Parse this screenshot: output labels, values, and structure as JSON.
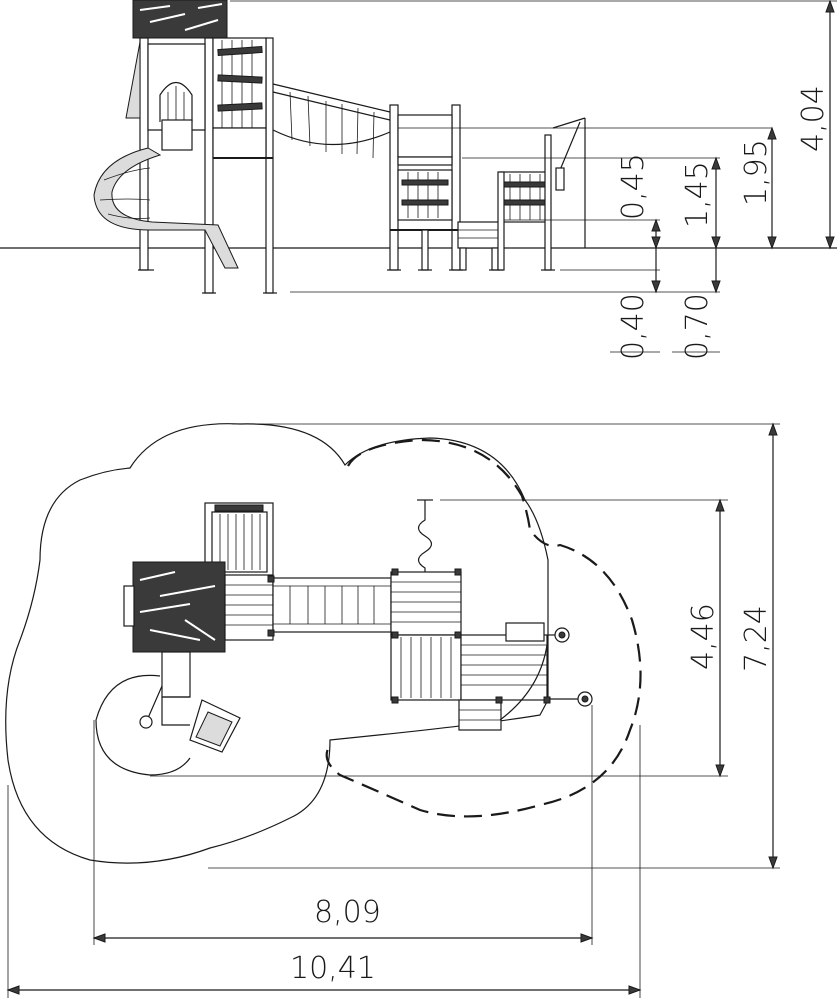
{
  "elevation": {
    "dimensions": {
      "total_height": "4,04",
      "platform_high": "1,95",
      "platform_low": "1,45",
      "step": "0,45",
      "foundation_shallow": "0,40",
      "foundation_deep": "0,70"
    }
  },
  "plan": {
    "dimensions": {
      "depth_inner": "4,46",
      "depth_outer": "7,24",
      "width_inner": "8,09",
      "width_outer": "10,41"
    }
  }
}
